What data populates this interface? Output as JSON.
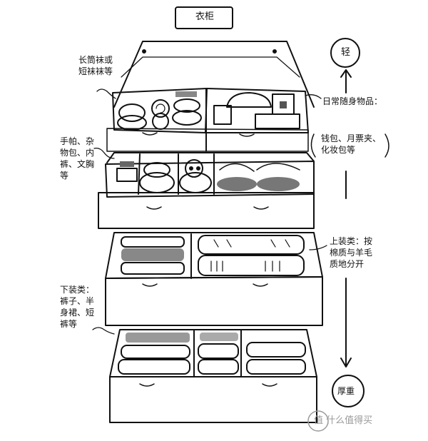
{
  "title": "衣柜",
  "labels": {
    "socks": "长筒袜或\n短袜袜等",
    "daily": "日常随身物品：",
    "daily_items": "钱包、月票夹、\n化妆包等",
    "hankies": "手帕、杂\n物包、内\n裤、文胸\n等",
    "tops": "上装类：按\n棉质与羊毛\n质地分开",
    "bottoms": "下装类：\n裤子、半\n身裙、短\n裤等"
  },
  "scale": {
    "top": "轻",
    "bottom": "厚重"
  },
  "watermark": "值 什么值得买"
}
